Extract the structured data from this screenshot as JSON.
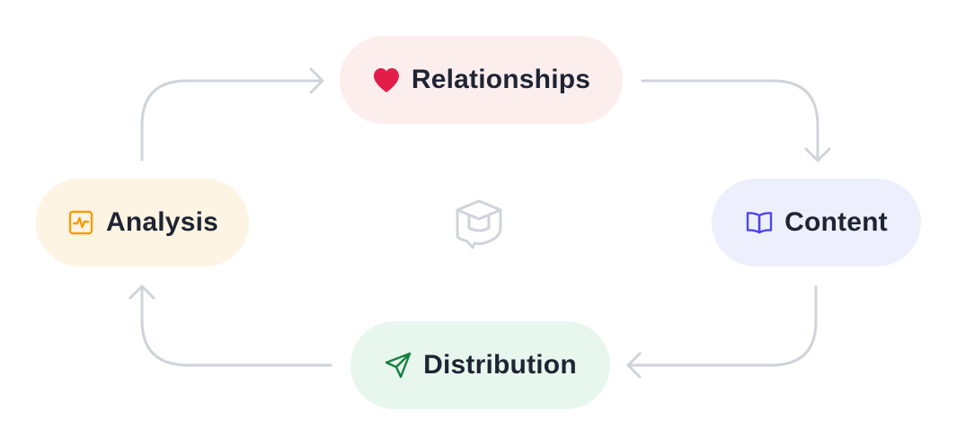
{
  "diagram": {
    "nodes": [
      {
        "id": "relationships",
        "label": "Relationships",
        "icon": "heart-icon",
        "icon_color": "#e11d48",
        "background": "#fdeeee"
      },
      {
        "id": "content",
        "label": "Content",
        "icon": "open-book-icon",
        "icon_color": "#4f46e5",
        "background": "#edf0fc"
      },
      {
        "id": "distribution",
        "label": "Distribution",
        "icon": "paper-plane-icon",
        "icon_color": "#15803d",
        "background": "#e8f7ee"
      },
      {
        "id": "analysis",
        "label": "Analysis",
        "icon": "activity-chart-icon",
        "icon_color": "#f59e0b",
        "background": "#fdf4e3"
      }
    ],
    "edges": [
      {
        "from": "relationships",
        "to": "content"
      },
      {
        "from": "content",
        "to": "distribution"
      },
      {
        "from": "distribution",
        "to": "analysis"
      },
      {
        "from": "analysis",
        "to": "relationships"
      }
    ],
    "center_icon": "graduation-cap-chat-logo-icon",
    "connector_color": "#d1d3db",
    "text_color": "#1f2433"
  }
}
